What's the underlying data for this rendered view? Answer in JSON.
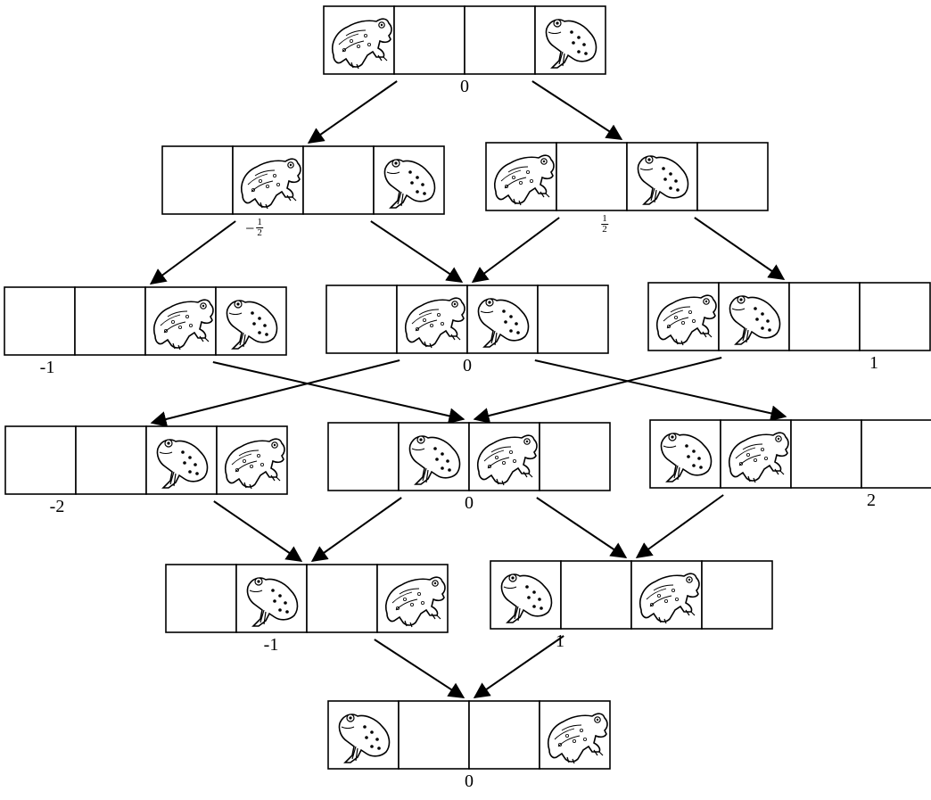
{
  "states": [
    {
      "id": "s0",
      "cells": [
        "toad",
        "",
        "",
        "frog"
      ],
      "label": "0"
    },
    {
      "id": "s1a",
      "cells": [
        "",
        "toad",
        "",
        "frog"
      ],
      "label": "-½"
    },
    {
      "id": "s1b",
      "cells": [
        "toad",
        "",
        "frog",
        ""
      ],
      "label": "½"
    },
    {
      "id": "s2a",
      "cells": [
        "",
        "",
        "toad",
        "frog"
      ],
      "label": "-1"
    },
    {
      "id": "s2b",
      "cells": [
        "",
        "toad",
        "frog",
        ""
      ],
      "label": "0"
    },
    {
      "id": "s2c",
      "cells": [
        "toad",
        "frog",
        "",
        ""
      ],
      "label": "1"
    },
    {
      "id": "s3a",
      "cells": [
        "",
        "",
        "frog",
        "toad"
      ],
      "label": "-2"
    },
    {
      "id": "s3b",
      "cells": [
        "",
        "frog",
        "toad",
        ""
      ],
      "label": "0"
    },
    {
      "id": "s3c",
      "cells": [
        "frog",
        "toad",
        "",
        ""
      ],
      "label": "2"
    },
    {
      "id": "s4a",
      "cells": [
        "",
        "frog",
        "",
        "toad"
      ],
      "label": "-1"
    },
    {
      "id": "s4b",
      "cells": [
        "frog",
        "",
        "toad",
        ""
      ],
      "label": "1"
    },
    {
      "id": "s5",
      "cells": [
        "frog",
        "",
        "",
        "toad"
      ],
      "label": "0"
    }
  ],
  "arrows": [
    [
      "s0",
      "s1a"
    ],
    [
      "s0",
      "s1b"
    ],
    [
      "s1a",
      "s2a"
    ],
    [
      "s1a",
      "s2b"
    ],
    [
      "s1b",
      "s2b"
    ],
    [
      "s1b",
      "s2c"
    ],
    [
      "s2a",
      "s3b"
    ],
    [
      "s2b",
      "s3a"
    ],
    [
      "s2b",
      "s3c"
    ],
    [
      "s2c",
      "s3b"
    ],
    [
      "s3a",
      "s4a"
    ],
    [
      "s3b",
      "s4a"
    ],
    [
      "s3b",
      "s4b"
    ],
    [
      "s3c",
      "s4b"
    ],
    [
      "s4a",
      "s5"
    ],
    [
      "s4b",
      "s5"
    ]
  ],
  "icons": {
    "toad": "toad-icon",
    "frog": "frog-icon"
  }
}
